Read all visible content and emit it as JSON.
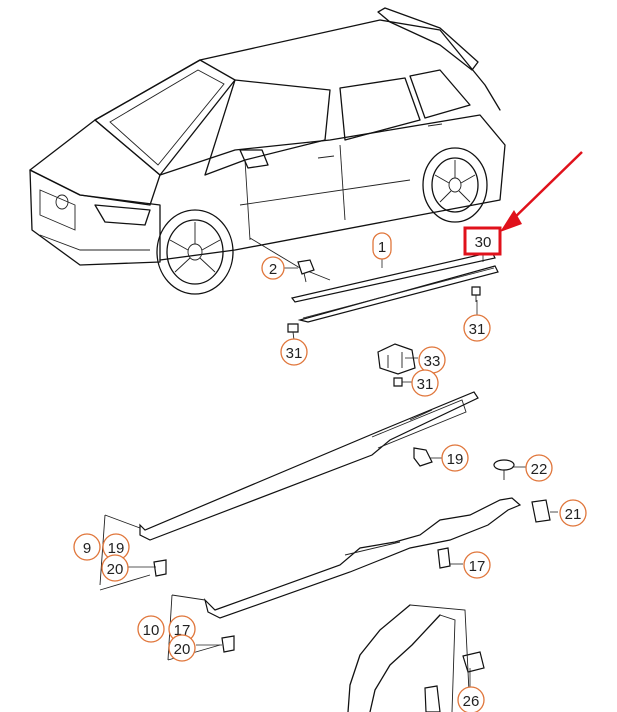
{
  "colors": {
    "callout_circle": "#e0763b",
    "highlight": "#e0111b",
    "line": "#111111",
    "background": "#ffffff"
  },
  "callouts": {
    "c1": "1",
    "c2": "2",
    "c30": "30",
    "c31a": "31",
    "c31b": "31",
    "c33": "33",
    "c31c": "31",
    "c19a": "19",
    "c22": "22",
    "c21": "21",
    "c9": "9",
    "c19b": "19",
    "c20a": "20",
    "c17a": "17",
    "c10": "10",
    "c17b": "17",
    "c20b": "20",
    "c26": "26"
  },
  "highlighted_part": "30"
}
